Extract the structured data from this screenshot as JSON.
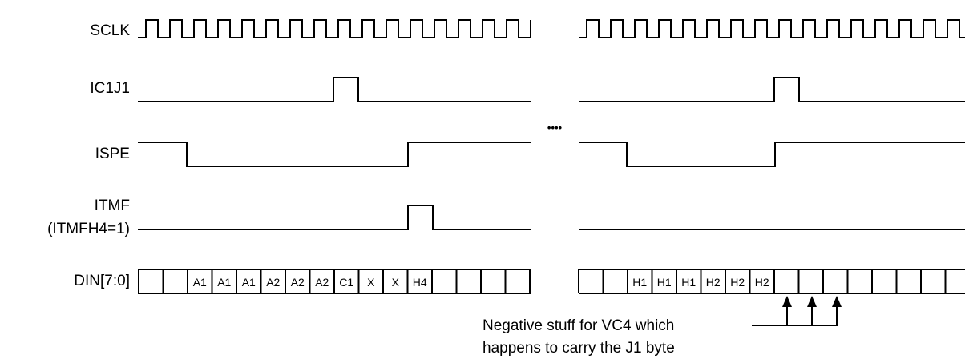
{
  "signals": {
    "sclk": "SCLK",
    "ic1j1": "IC1J1",
    "ispe": "ISPE",
    "itmf": "ITMF",
    "itmf_note": "(ITMFH4=1)",
    "din": "DIN[7:0]"
  },
  "bus_left": [
    "",
    "",
    "A1",
    "A1",
    "A1",
    "A2",
    "A2",
    "A2",
    "C1",
    "X",
    "X",
    "H4",
    "",
    "",
    "",
    ""
  ],
  "bus_right": [
    "",
    "",
    "H1",
    "H1",
    "H1",
    "H2",
    "H2",
    "H2",
    "",
    "",
    "",
    "",
    "",
    "",
    "",
    ""
  ],
  "gap_marker": "••••",
  "annotation": {
    "line1": "Negative stuff for VC4 which",
    "line2": "happens to carry the J1 byte"
  },
  "colors": {
    "ink": "#000000",
    "background": "#ffffff"
  }
}
